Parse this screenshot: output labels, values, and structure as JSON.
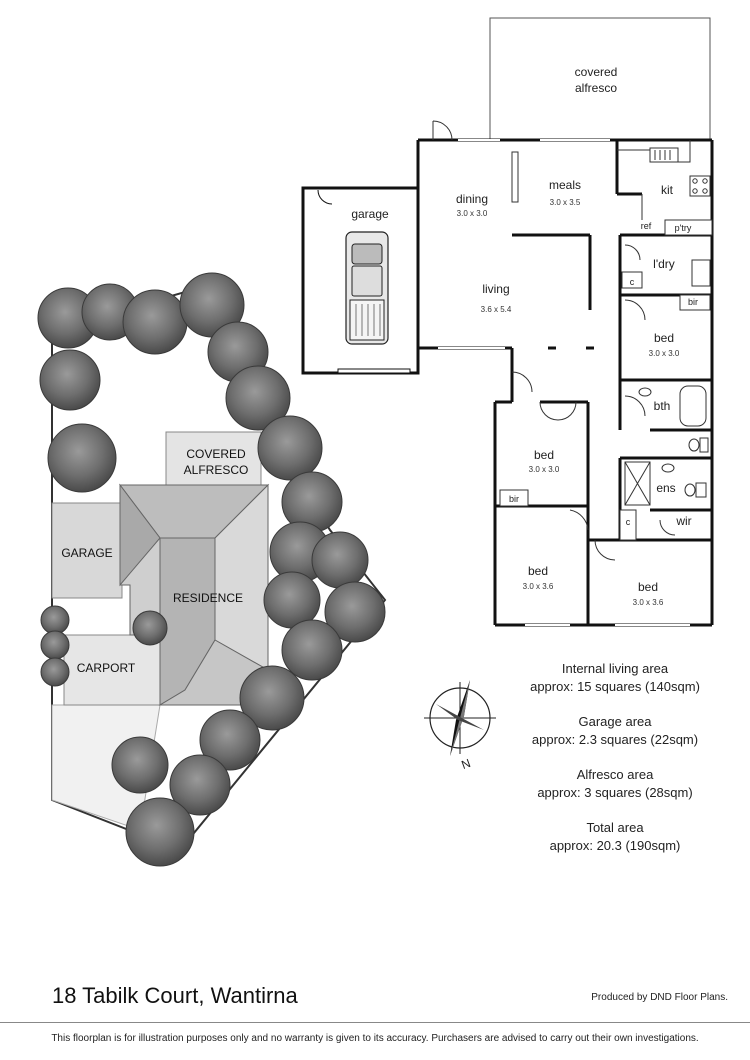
{
  "site_plan": {
    "labels": {
      "covered_alfresco_line1": "COVERED",
      "covered_alfresco_line2": "ALFRESCO",
      "garage": "GARAGE",
      "residence": "RESIDENCE",
      "carport": "CARPORT"
    }
  },
  "floor_plan": {
    "rooms": {
      "covered_alfresco_line1": "covered",
      "covered_alfresco_line2": "alfresco",
      "garage": "garage",
      "dining": {
        "name": "dining",
        "dim": "3.0 x 3.0"
      },
      "meals": {
        "name": "meals",
        "dim": "3.0 x 3.5"
      },
      "kit": "kit",
      "ref": "ref",
      "ptry": "p'try",
      "living": {
        "name": "living",
        "dim": "3.6 x 5.4"
      },
      "ldry": "l'dry",
      "c1": "c",
      "bir1": "bir",
      "bed_right_top": {
        "name": "bed",
        "dim": "3.0 x 3.0"
      },
      "bth": "bth",
      "bed_center": {
        "name": "bed",
        "dim": "3.0 x 3.0"
      },
      "bir2": "bir",
      "ens": "ens",
      "c2": "c",
      "wir": "wir",
      "bed_left_bottom": {
        "name": "bed",
        "dim": "3.0 x 3.6"
      },
      "bed_right_bottom": {
        "name": "bed",
        "dim": "3.0 x 3.6"
      }
    },
    "compass_label": "N"
  },
  "areas": {
    "internal": {
      "label": "Internal living area",
      "value": "approx: 15 squares (140sqm)"
    },
    "garage": {
      "label": "Garage area",
      "value": "approx: 2.3 squares (22sqm)"
    },
    "alfresco": {
      "label": "Alfresco area",
      "value": "approx: 3 squares (28sqm)"
    },
    "total": {
      "label": "Total area",
      "value": "approx: 20.3 (190sqm)"
    }
  },
  "footer": {
    "address": "18 Tabilk Court, Wantirna",
    "producer": "Produced by DND Floor Plans.",
    "disclaimer": "This floorplan is for illustration purposes only and no warranty is given to its accuracy. Purchasers are advised to carry out their own investigations."
  }
}
